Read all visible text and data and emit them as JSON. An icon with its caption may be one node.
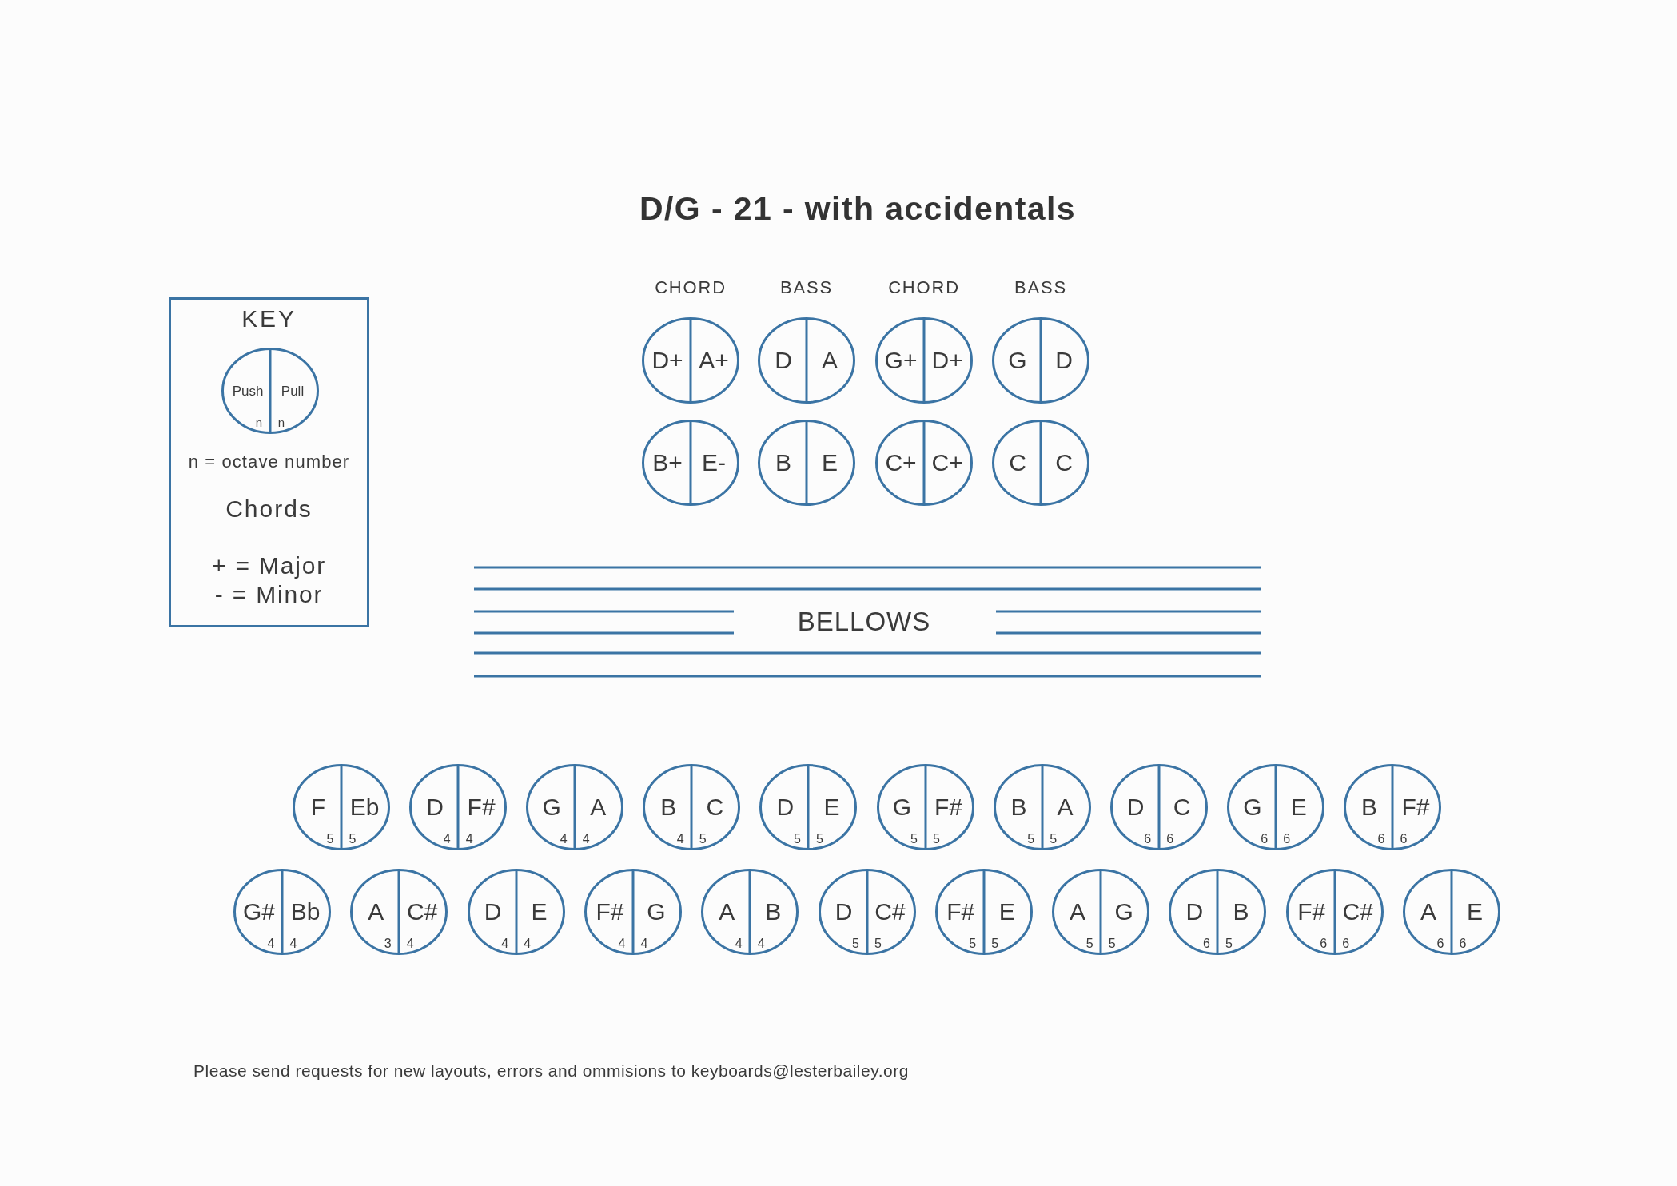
{
  "diagram": {
    "title": "D/G - 21 - with accidentals",
    "nodes": [
      {
        "text": [
          "KEY",
          "n = octave number",
          "Chords",
          "+ = Major",
          "- = Minor"
        ]
      },
      {
        "text": [
          "Push",
          "Pull",
          "n",
          "n"
        ],
        "in": 0
      },
      {
        "text": [
          "D+",
          "A+"
        ]
      },
      {
        "text": [
          "D",
          "A"
        ]
      },
      {
        "text": [
          "G+",
          "D+"
        ]
      },
      {
        "text": [
          "G",
          "D"
        ]
      },
      {
        "text": [
          "B+",
          "E-"
        ]
      },
      {
        "text": [
          "B",
          "E"
        ]
      },
      {
        "text": [
          "C+",
          "C+"
        ]
      },
      {
        "text": [
          "C",
          "C"
        ]
      },
      {
        "text": [
          "F",
          "Eb",
          "5",
          "5"
        ]
      },
      {
        "text": [
          "D",
          "F#",
          "4",
          "4"
        ]
      },
      {
        "text": [
          "G",
          "A",
          "4",
          "4"
        ]
      },
      {
        "text": [
          "B",
          "C",
          "4",
          "5"
        ]
      },
      {
        "text": [
          "D",
          "E",
          "5",
          "5"
        ]
      },
      {
        "text": [
          "G",
          "F#",
          "5",
          "5"
        ]
      },
      {
        "text": [
          "B",
          "A",
          "5",
          "5"
        ]
      },
      {
        "text": [
          "D",
          "C",
          "6",
          "6"
        ]
      },
      {
        "text": [
          "G",
          "E",
          "6",
          "6"
        ]
      },
      {
        "text": [
          "B",
          "F#",
          "6",
          "6"
        ]
      },
      {
        "text": [
          "G#",
          "Bb",
          "4",
          "4"
        ]
      },
      {
        "text": [
          "A",
          "C#",
          "3",
          "4"
        ]
      },
      {
        "text": [
          "D",
          "E",
          "4",
          "4"
        ]
      },
      {
        "text": [
          "F#",
          "G",
          "4",
          "4"
        ]
      },
      {
        "text": [
          "A",
          "B",
          "4",
          "4"
        ]
      },
      {
        "text": [
          "D",
          "C#",
          "5",
          "5"
        ]
      },
      {
        "text": [
          "F#",
          "E",
          "5",
          "5"
        ]
      },
      {
        "text": [
          "A",
          "G",
          "5",
          "5"
        ]
      },
      {
        "text": [
          "D",
          "B",
          "6",
          "5"
        ]
      },
      {
        "text": [
          "F#",
          "C#",
          "6",
          "6"
        ]
      },
      {
        "text": [
          "A",
          "E",
          "6",
          "6"
        ]
      }
    ],
    "labels": [
      "CHORD",
      "BASS",
      "CHORD",
      "BASS",
      "BELLOWS",
      "Please send requests for new layouts, errors and ommisions to keyboards@lesterbailey.org"
    ]
  }
}
